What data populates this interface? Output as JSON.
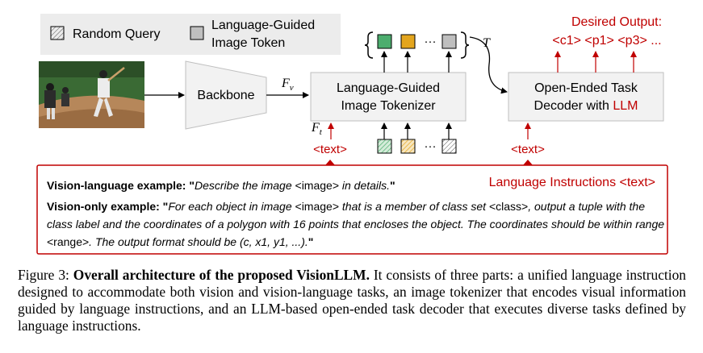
{
  "legend": {
    "random_query": "Random Query",
    "image_token_line1": "Language-Guided",
    "image_token_line2": "Image Token"
  },
  "nodes": {
    "backbone": "Backbone",
    "tokenizer_line1": "Language-Guided",
    "tokenizer_line2": "Image Tokenizer",
    "decoder_line1": "Open-Ended Task",
    "decoder_line2_prefix": "Decoder with ",
    "decoder_line2_llm": "LLM"
  },
  "labels": {
    "fv": "F",
    "fv_sub": "v",
    "ft": "F",
    "ft_sub": "t",
    "t": "T",
    "text_left": "<text>",
    "text_right": "<text>",
    "ellipsis": "···",
    "desired_output_title": "Desired Output:",
    "desired_output_tokens": "<c1> <p1> <p3> ...",
    "language_instructions": "Language Instructions <text>"
  },
  "examples": {
    "vl_label": "Vision-language example: ",
    "vl_q1": "\"",
    "vl_t1": "Describe the image ",
    "vl_tag": "<image>",
    "vl_t2": " in details.",
    "vl_q2": "\"",
    "vo_label": "Vision-only example: ",
    "vo_q1": "\"",
    "vo_t1": "For each object in image ",
    "vo_tag1": "<image>",
    "vo_t2": " that is a member of class set ",
    "vo_tag2": "<class>",
    "vo_t3": ", output a tuple with the class label and the coordinates of a polygon with 16 points that encloses the object.  The coordinates should be within range ",
    "vo_tag3": "<range>",
    "vo_t4": ". The output format should be (c, x1, y1, ...).",
    "vo_q2": "\""
  },
  "caption": {
    "prefix": "Figure 3: ",
    "bold": "Overall architecture of the proposed VisionLLM.",
    "rest": " It consists of three parts: a unified language instruction designed to accommodate both vision and vision-language tasks, an image tokenizer that encodes visual information guided by language instructions, and an LLM-based open-ended task decoder that executes diverse tasks defined by language instructions."
  },
  "colors": {
    "red": "#c00000",
    "token_green": "#4cad6e",
    "token_yellow": "#e3a51e",
    "token_gray": "#bfbfbf",
    "box_fill": "#f2f2f2",
    "legend_bg": "#ececec"
  },
  "icons": {
    "photo": "baseball-photo"
  }
}
